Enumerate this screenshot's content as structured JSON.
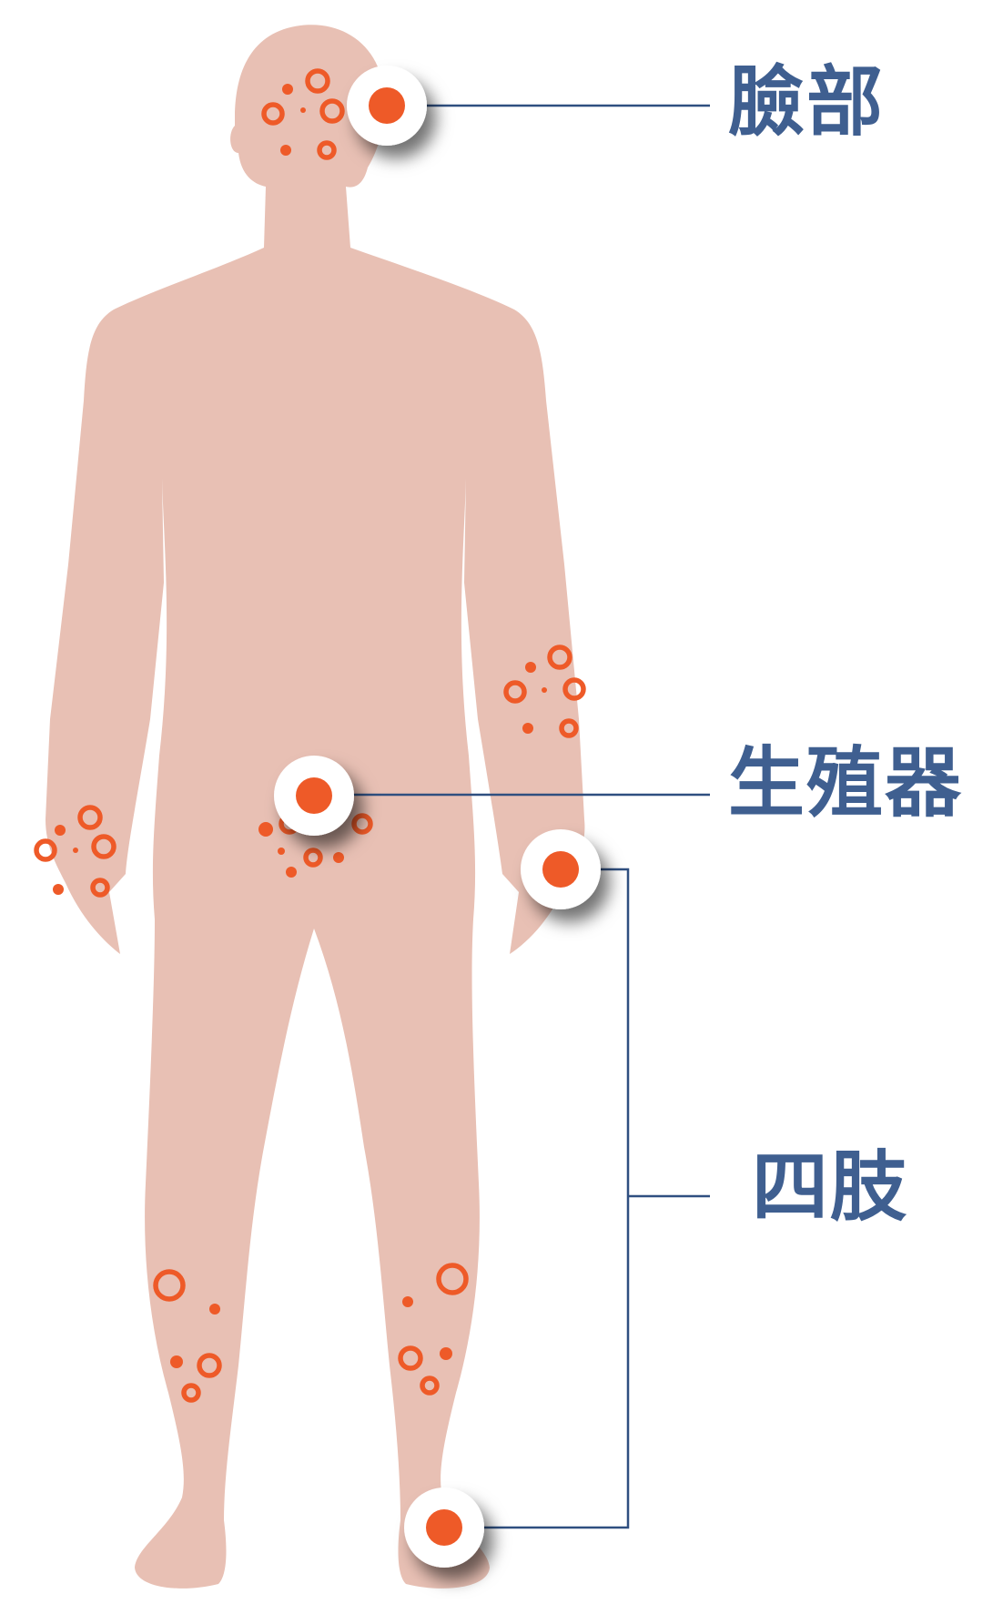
{
  "colors": {
    "skin": "#E8C0B4",
    "spot": "#EE5A28",
    "marker_fill": "#FFFFFF",
    "line": "#2F4F80",
    "label": "#3F5F90"
  },
  "labels": {
    "face": "臉部",
    "genital": "生殖器",
    "limbs": "四肢"
  }
}
